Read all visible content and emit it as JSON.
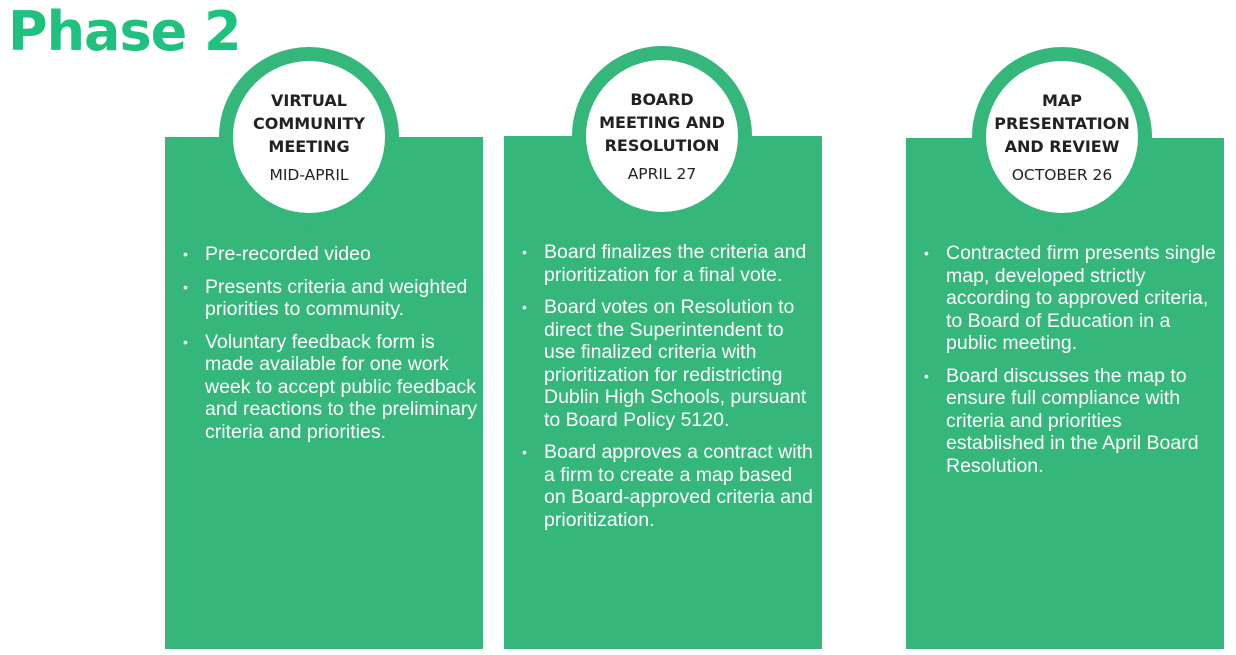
{
  "title": "Phase 2",
  "colors": {
    "accent": "#35b77b",
    "title": "#1ec27e",
    "circle_fill": "#ffffff",
    "circle_text": "#222222",
    "bullet_text": "#ffffff"
  },
  "phases": [
    {
      "title": "VIRTUAL COMMUNITY MEETING",
      "date": "MID-APRIL",
      "bullets": [
        "Pre-recorded video",
        "Presents criteria and weighted priorities to community.",
        "Voluntary feedback form is made available for one work week to accept public feedback and reactions to the preliminary criteria and priorities."
      ]
    },
    {
      "title": "BOARD MEETING AND RESOLUTION",
      "date": "APRIL 27",
      "bullets": [
        "Board finalizes the criteria and prioritization for a final vote.",
        "Board votes on Resolution to direct the Superintendent to use finalized criteria with prioritization for redistricting Dublin High Schools, pursuant to Board Policy 5120.",
        "Board approves a contract with a firm to create a map based on Board-approved criteria and prioritization."
      ]
    },
    {
      "title": "MAP PRESENTATION AND REVIEW",
      "date": "OCTOBER 26",
      "bullets": [
        "Contracted firm presents single map, developed strictly according to approved criteria, to Board of Education in a public meeting.",
        "Board discusses the map to ensure full compliance with criteria and priorities established in the April Board Resolution."
      ]
    }
  ]
}
